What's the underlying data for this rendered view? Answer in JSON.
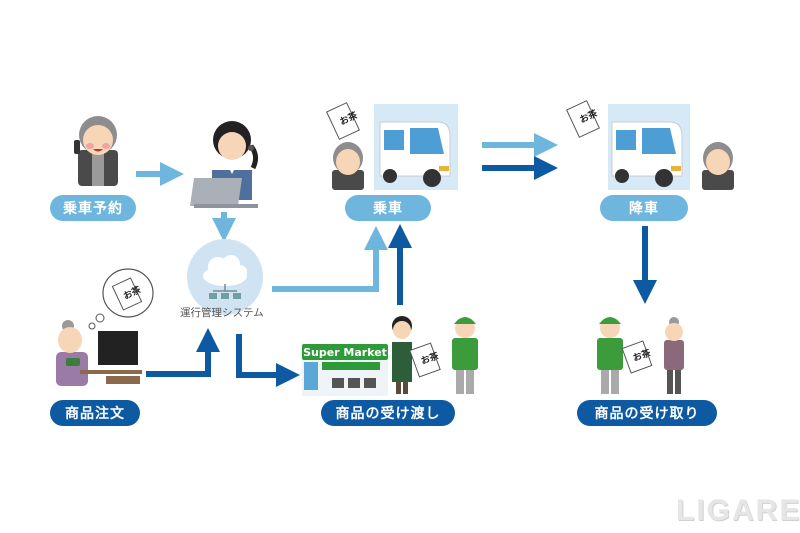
{
  "labels": {
    "ride_reservation": "乗車予約",
    "boarding": "乗車",
    "alighting": "降車",
    "product_order": "商品注文",
    "product_handover": "商品の受け渡し",
    "product_receipt": "商品の受け取り"
  },
  "system": {
    "label": "運行管理システム"
  },
  "store": {
    "sign": "Super Market"
  },
  "item": {
    "label": "お茶"
  },
  "watermark": "LIGARE",
  "colors": {
    "light_blue": "#6fb6de",
    "dark_blue": "#0d5aa3",
    "cloud_circle": "#cfe3f2",
    "supermarket_green": "#2f9a3a"
  }
}
